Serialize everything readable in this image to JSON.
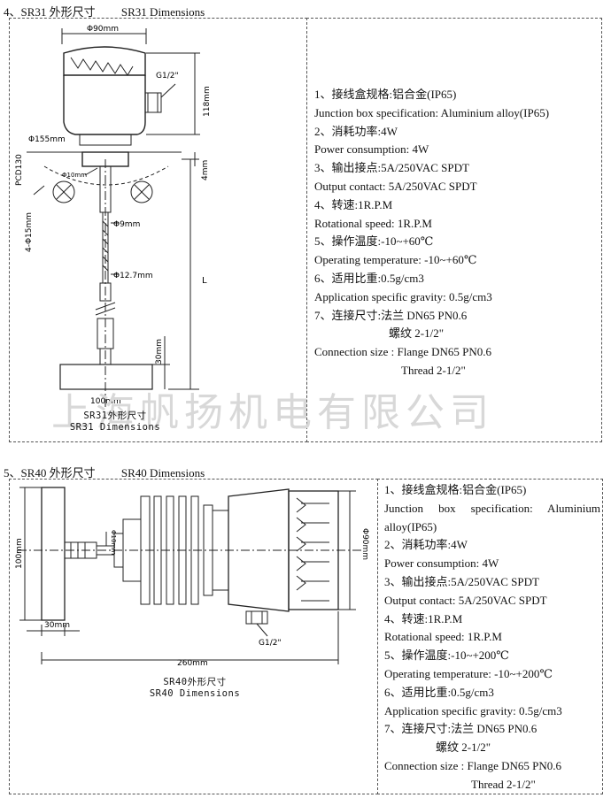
{
  "sr31": {
    "title": "4、SR31 外形尺寸         SR31 Dimensions",
    "caption_cn": "SR31外形尺寸",
    "caption_en": "SR31 Dimensions",
    "watermark": "上海帆扬机电有限公司",
    "dims": {
      "d90": "Φ90mm",
      "g12": "G1/2\"",
      "h118": "118mm",
      "d155": "Φ155mm",
      "pcd": "PCD130",
      "d10": "Φ10mm",
      "h4": "4mm",
      "holes": "4-Φ15mm",
      "d9": "Φ9mm",
      "d127": "Φ12.7mm",
      "L": "L",
      "h30": "30mm",
      "w100": "100mm"
    },
    "specs": [
      "1、接线盒规格:铝合金(IP65)",
      "Junction box specification: Aluminium alloy(IP65)",
      "2、消耗功率:4W",
      "Power consumption: 4W",
      "3、输出接点:5A/250VAC SPDT",
      "Output contact: 5A/250VAC SPDT",
      "4、转速:1R.P.M",
      "Rotational speed: 1R.P.M",
      "5、操作温度:-10~+60℃",
      "Operating temperature: -10~+60℃",
      "6、适用比重:0.5g/cm3",
      "Application specific gravity: 0.5g/cm3",
      "7、连接尺寸:法兰 DN65    PN0.6",
      "螺纹 2-1/2\"",
      "Connection size : Flange DN65     PN0.6",
      "Thread 2-1/2\""
    ]
  },
  "sr40": {
    "title": "5、SR40 外形尺寸         SR40 Dimensions",
    "caption_cn": "SR40外形尺寸",
    "caption_en": "SR40 Dimensions",
    "dims": {
      "h100": "100mm",
      "d10": "Φ10mm",
      "d90": "Φ90mm",
      "w30": "30mm",
      "g12": "G1/2\"",
      "w260": "260mm"
    },
    "specs": [
      "1、接线盒规格:铝合金(IP65)",
      "Junction box specification: Aluminium alloy(IP65)",
      "2、消耗功率:4W",
      "Power consumption: 4W",
      "3、输出接点:5A/250VAC SPDT",
      "Output contact: 5A/250VAC SPDT",
      "4、转速:1R.P.M",
      "Rotational speed: 1R.P.M",
      "5、操作温度:-10~+200℃",
      "Operating temperature: -10~+200℃",
      "6、适用比重:0.5g/cm3",
      "Application specific gravity: 0.5g/cm3",
      "7、连接尺寸:法兰 DN65    PN0.6",
      "螺纹 2-1/2\"",
      "Connection size : Flange DN65     PN0.6",
      "Thread 2-1/2\""
    ]
  }
}
